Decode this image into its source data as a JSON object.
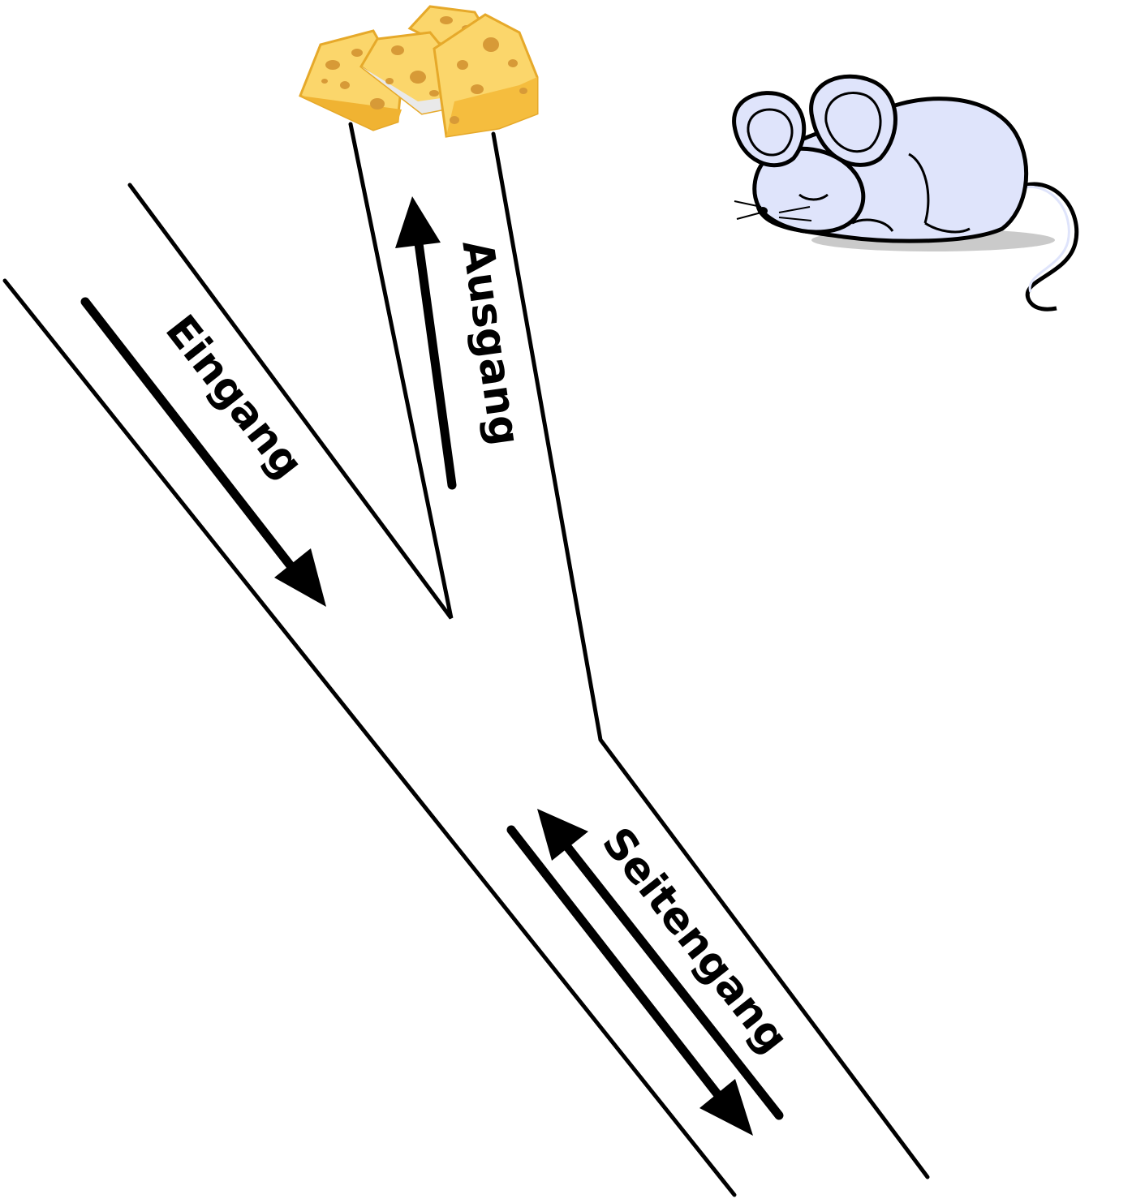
{
  "labels": {
    "entrance": "Eingang",
    "exit": "Ausgang",
    "side_passage": "Seitengang"
  },
  "icons": {
    "cheese": "cheese-icon",
    "mouse": "mouse-icon"
  },
  "colors": {
    "lines": "#000000",
    "cheese_fill": "#fbd66b",
    "cheese_edge": "#e6a92a",
    "cheese_holes": "#d79a37",
    "mouse_body": "#dfe4fb",
    "mouse_outline": "#000000",
    "mouse_shadow": "#b8b8b8"
  }
}
